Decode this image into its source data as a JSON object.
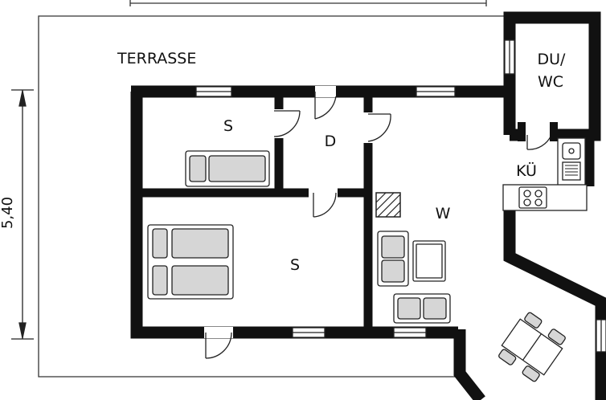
{
  "colors": {
    "wall": "#111111",
    "ink": "#333333",
    "paper": "#ffffff",
    "furniture_fill": "#d6d6d6"
  },
  "dimension": {
    "vertical_label": "5,40"
  },
  "rooms": {
    "terrace": "TERRASSE",
    "shower_wc_line1": "DU/",
    "shower_wc_line2": "WC",
    "kitchen": "KÜ",
    "living": "W",
    "bedroom_small": "S",
    "bedroom_large": "S",
    "hallway": "D"
  }
}
